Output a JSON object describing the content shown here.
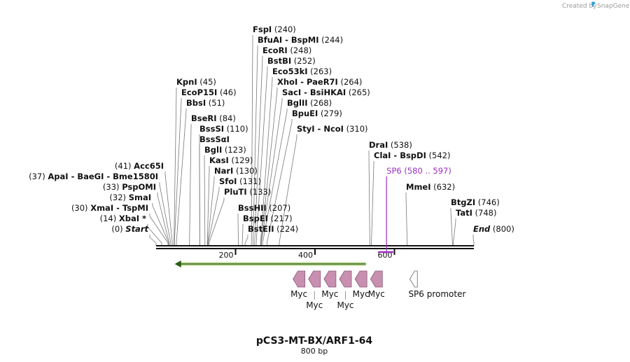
{
  "credit": "Created by",
  "brand": "SnapGene",
  "plasmid": {
    "name": "pCS3-MT-BX/ARF1-64",
    "size_label": "800 bp",
    "length": 800
  },
  "axis_ticks": [
    {
      "bp": 200,
      "label": "200"
    },
    {
      "bp": 400,
      "label": "400"
    },
    {
      "bp": 600,
      "label": "600"
    }
  ],
  "sites": [
    {
      "name": "Start",
      "pos": "(0)",
      "bp": 0,
      "side": "left",
      "italic": true
    },
    {
      "name": "XbaI *",
      "pos": "(14)",
      "bp": 14,
      "side": "left"
    },
    {
      "name": "XmaI  -  TspMI",
      "pos": "(30)",
      "bp": 30,
      "side": "left"
    },
    {
      "name": "SmaI",
      "pos": "(32)",
      "bp": 32,
      "side": "left"
    },
    {
      "name": "PspOMI",
      "pos": "(33)",
      "bp": 33,
      "side": "left"
    },
    {
      "name": "ApaI  -  BaeGI  -  Bme1580I",
      "pos": "(37)",
      "bp": 37,
      "side": "left"
    },
    {
      "name": "Acc65I",
      "pos": "(41)",
      "bp": 41,
      "side": "left"
    },
    {
      "name": "KpnI",
      "pos": "(45)",
      "bp": 45,
      "side": "right"
    },
    {
      "name": "EcoP15I",
      "pos": "(46)",
      "bp": 46,
      "side": "right"
    },
    {
      "name": "BbsI",
      "pos": "(51)",
      "bp": 51,
      "side": "right"
    },
    {
      "name": "BseRI",
      "pos": "(84)",
      "bp": 84,
      "side": "right"
    },
    {
      "name": "BssSI",
      "pos": "(110)",
      "bp": 110,
      "side": "right"
    },
    {
      "name": "BssSαI",
      "pos": "",
      "bp": 110,
      "side": "right"
    },
    {
      "name": "BglI",
      "pos": "(123)",
      "bp": 123,
      "side": "right"
    },
    {
      "name": "KasI",
      "pos": "(129)",
      "bp": 129,
      "side": "right"
    },
    {
      "name": "NarI",
      "pos": "(130)",
      "bp": 130,
      "side": "right"
    },
    {
      "name": "SfoI",
      "pos": "(131)",
      "bp": 131,
      "side": "right"
    },
    {
      "name": "PluTI",
      "pos": "(133)",
      "bp": 133,
      "side": "right"
    },
    {
      "name": "BssHII",
      "pos": "(207)",
      "bp": 207,
      "side": "right"
    },
    {
      "name": "BspEI",
      "pos": "(217)",
      "bp": 217,
      "side": "right"
    },
    {
      "name": "BstEII",
      "pos": "(224)",
      "bp": 224,
      "side": "right"
    },
    {
      "name": "FspI",
      "pos": "(240)",
      "bp": 240,
      "side": "right"
    },
    {
      "name": "BfuAI  -  BspMI",
      "pos": "(244)",
      "bp": 244,
      "side": "right"
    },
    {
      "name": "EcoRI",
      "pos": "(248)",
      "bp": 248,
      "side": "right"
    },
    {
      "name": "BstBI",
      "pos": "(252)",
      "bp": 252,
      "side": "right"
    },
    {
      "name": "Eco53kI",
      "pos": "(263)",
      "bp": 263,
      "side": "right"
    },
    {
      "name": "XhoI  -  PaeR7I",
      "pos": "(264)",
      "bp": 264,
      "side": "right"
    },
    {
      "name": "SacI  -  BsiHKAI",
      "pos": "(265)",
      "bp": 265,
      "side": "right"
    },
    {
      "name": "BglII",
      "pos": "(268)",
      "bp": 268,
      "side": "right"
    },
    {
      "name": "BpuEI",
      "pos": "(279)",
      "bp": 279,
      "side": "right"
    },
    {
      "name": "StyI  -  NcoI",
      "pos": "(310)",
      "bp": 310,
      "side": "right"
    },
    {
      "name": "DraI",
      "pos": "(538)",
      "bp": 538,
      "side": "right"
    },
    {
      "name": "ClaI  -  BspDI",
      "pos": "(542)",
      "bp": 542,
      "side": "right"
    },
    {
      "name": "MmeI",
      "pos": "(632)",
      "bp": 632,
      "side": "right"
    },
    {
      "name": "BtgZI",
      "pos": "(746)",
      "bp": 746,
      "side": "right"
    },
    {
      "name": "TatI",
      "pos": "(748)",
      "bp": 748,
      "side": "right"
    },
    {
      "name": "End",
      "pos": "(800)",
      "bp": 800,
      "side": "right",
      "italic": true
    }
  ],
  "primer": {
    "name": "SP6",
    "pos": "(580 .. 597)",
    "start": 580,
    "end": 597,
    "color": "#9b30c0"
  },
  "orf": {
    "start": 10,
    "end": 528,
    "direction": "reverse",
    "color": "#8dc63f"
  },
  "features": [
    {
      "label": "Myc",
      "start": 283,
      "end": 313,
      "direction": "reverse",
      "color": "#c98fb0"
    },
    {
      "label": "Myc",
      "start": 322,
      "end": 352,
      "direction": "reverse",
      "color": "#c98fb0"
    },
    {
      "label": "Myc",
      "start": 361,
      "end": 391,
      "direction": "reverse",
      "color": "#c98fb0"
    },
    {
      "label": "Myc",
      "start": 400,
      "end": 430,
      "direction": "reverse",
      "color": "#c98fb0"
    },
    {
      "label": "Myc",
      "start": 439,
      "end": 469,
      "direction": "reverse",
      "color": "#c98fb0"
    },
    {
      "label": "Myc",
      "start": 478,
      "end": 508,
      "direction": "reverse",
      "color": "#c98fb0"
    },
    {
      "label": "SP6 promoter",
      "start": 577,
      "end": 596,
      "direction": "reverse",
      "color": "#ffffff"
    }
  ]
}
